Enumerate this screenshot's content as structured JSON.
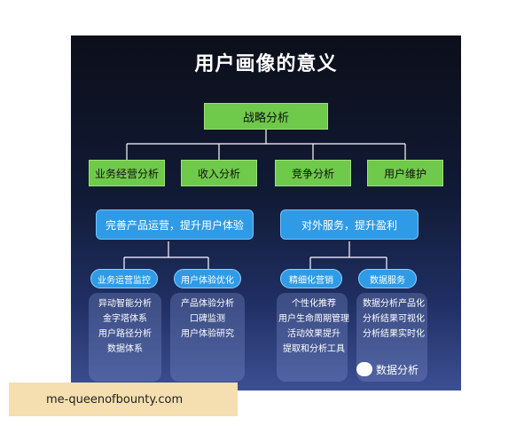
{
  "diagram": {
    "title": "用户画像的意义",
    "root": "战略分析",
    "level1": [
      "业务经营分析",
      "收入分析",
      "竞争分析",
      "用户维护"
    ],
    "level2": [
      "完善产品运营，提升用户体验",
      "对外服务，提升盈利"
    ],
    "groups": [
      {
        "label": "业务运营监控",
        "items": [
          "异动智能分析",
          "金字塔体系",
          "用户路径分析",
          "数据体系"
        ]
      },
      {
        "label": "用户体验优化",
        "items": [
          "产品体验分析",
          "口碑监测",
          "用户体验研究"
        ]
      },
      {
        "label": "精细化营销",
        "items": [
          "个性化推荐",
          "用户生命周期管理",
          "活动效果提升",
          "提取和分析工具"
        ]
      },
      {
        "label": "数据服务",
        "items": [
          "数据分析产品化",
          "分析结果可视化",
          "分析结果实时化"
        ]
      }
    ]
  },
  "watermark": "数据分析",
  "banner": "me-queenofbounty.com",
  "colors": {
    "green": "#6fc94a",
    "blue": "#2f9be6"
  }
}
